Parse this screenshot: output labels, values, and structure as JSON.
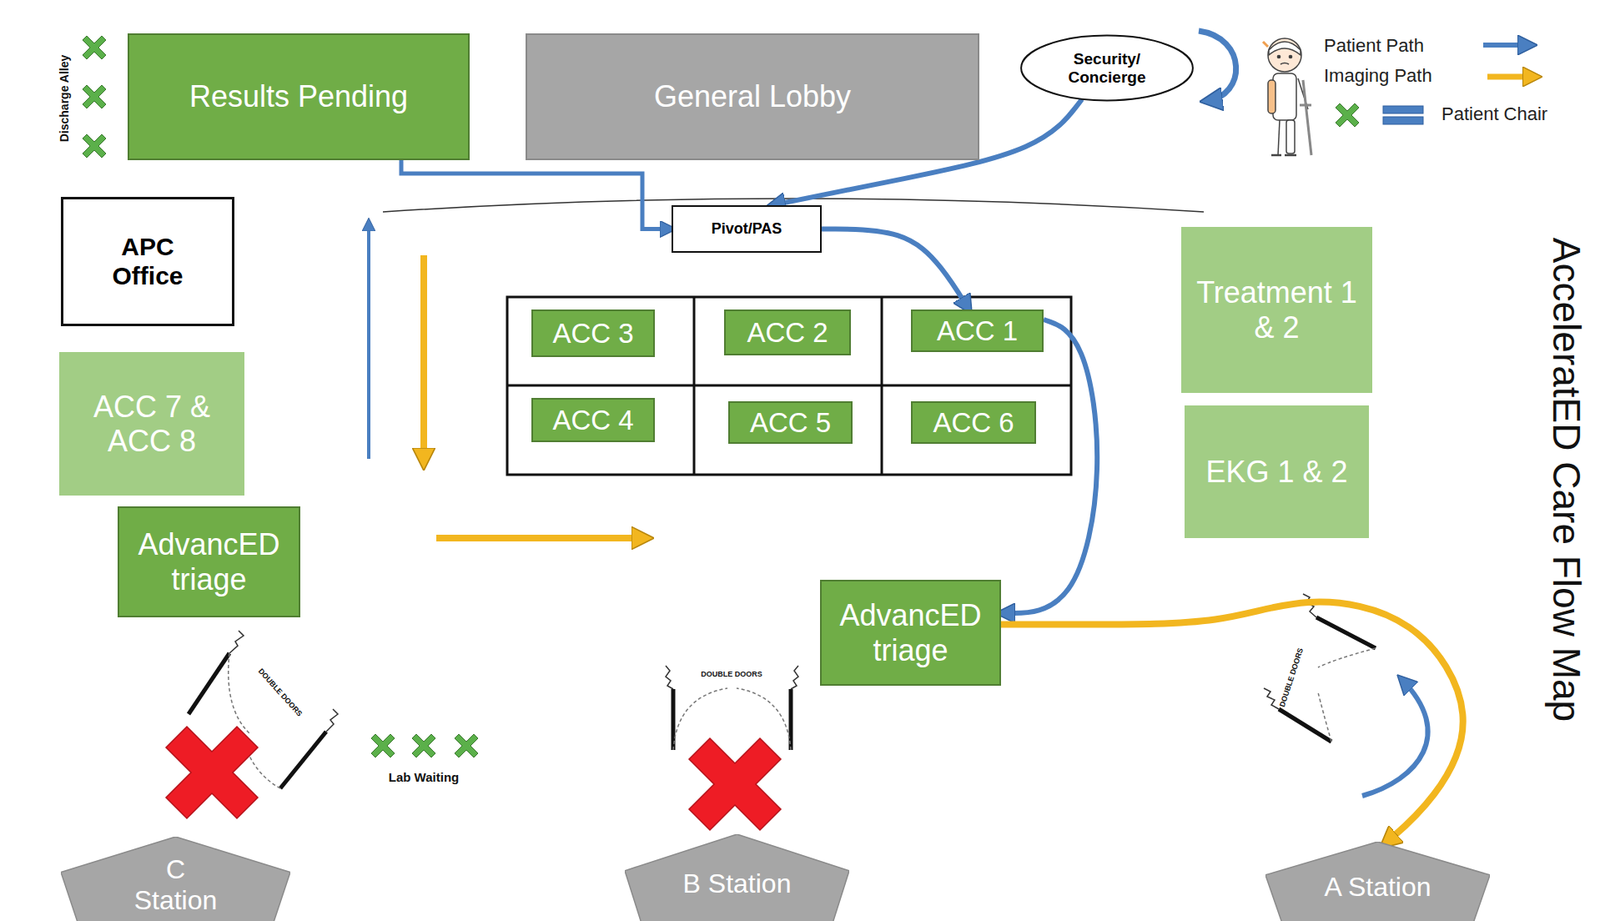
{
  "diagram": {
    "title": "AcceleratED Care Flow Map",
    "nodes": [
      {
        "text": [
          "Results Pending"
        ]
      },
      {
        "text": [
          "General Lobby"
        ]
      },
      {
        "text": [
          "Security/ Concierge"
        ]
      },
      {
        "text": [
          "APC Office"
        ]
      },
      {
        "text": [
          "Pivot/PAS"
        ]
      },
      {
        "text": [
          "ACC 3"
        ]
      },
      {
        "text": [
          "ACC 2"
        ]
      },
      {
        "text": [
          "ACC 1"
        ]
      },
      {
        "text": [
          "Treatment 1 & 2"
        ]
      },
      {
        "text": [
          "ACC 7 & ACC 8"
        ]
      },
      {
        "text": [
          "ACC 4"
        ]
      },
      {
        "text": [
          "ACC 5"
        ]
      },
      {
        "text": [
          "ACC 6"
        ]
      },
      {
        "text": [
          "EKG 1 & 2"
        ]
      },
      {
        "text": [
          "AdvancED triage"
        ]
      },
      {
        "text": [
          "AdvancED triage"
        ]
      },
      {
        "text": [
          "C Station"
        ]
      },
      {
        "text": [
          "B Station"
        ]
      },
      {
        "text": [
          "A Station"
        ]
      }
    ],
    "edges": [
      {
        "from": 2,
        "to": 4,
        "arrow": "to"
      },
      {
        "from": 0,
        "to": 4,
        "arrow": "to"
      },
      {
        "from": 4,
        "to": 7,
        "arrow": "to"
      },
      {
        "from": 7,
        "to": 15,
        "arrow": "to"
      },
      {
        "from": 15,
        "to": 18,
        "arrow": "to"
      }
    ],
    "labels": [
      "Discharge Alley",
      "DOUBLE DOORS",
      "Lab Waiting",
      "DOUBLE DOORS",
      "DOUBLE DOORS"
    ],
    "legend": [
      {
        "text": "Patient Path"
      },
      {
        "text": "Imaging Path"
      },
      {
        "text": "Patient Chair"
      }
    ]
  }
}
